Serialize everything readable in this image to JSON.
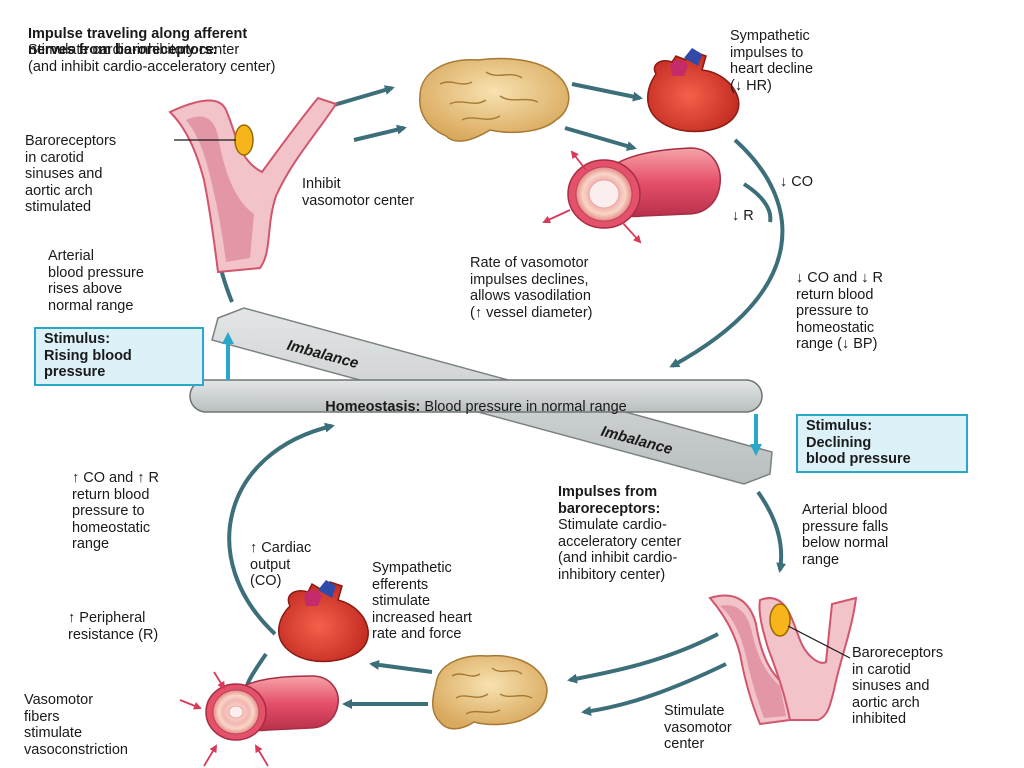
{
  "top_feedback": {
    "heading_bold": "Impulse traveling along afferent\nnerves from baroreceptors:",
    "heading_normal": "Stimulate cardio-inhibitory center\n(and inhibit cardio-acceleratory center)",
    "baroreceptors_label": "Baroreceptors\nin carotid\nsinuses and\naortic arch\nstimulated",
    "inhibit_label": "Inhibit\nvasomotor center",
    "sympathetic_label": "Sympathetic\nimpulses to\nheart decline\n(↓ HR)",
    "co_label": "↓ CO",
    "r_label": "↓ R",
    "vasodilation_label": "Rate of vasomotor\nimpulses declines,\nallows vasodilation\n(↑ vessel diameter)",
    "return_label": "↓ CO and ↓ R\nreturn blood\npressure to\nhomeostatic\nrange (↓ BP)",
    "rises_label": "Arterial\nblood pressure\nrises above\nnormal range",
    "stimulus_box": "Stimulus:\nRising blood\npressure"
  },
  "center": {
    "imbalance_top": "Imbalance",
    "imbalance_bottom": "Imbalance",
    "homeostasis_bold": "Homeostasis:",
    "homeostasis_text": " Blood pressure in normal range"
  },
  "bottom_feedback": {
    "stimulus_box": "Stimulus:\nDeclining\nblood pressure",
    "impulses_heading": "Impulses from\nbaroreceptors:",
    "impulses_text": "Stimulate cardio-\nacceleratory center\n(and inhibit cardio-\ninhibitory center)",
    "falls_label": "Arterial blood\npressure falls\nbelow normal\nrange",
    "baroreceptors_label": "Baroreceptors\nin carotid\nsinuses and\naortic arch\ninhibited",
    "stimulate_label": "Stimulate\nvasomotor\ncenter",
    "efferents_label": "Sympathetic\nefferents\nstimulate\nincreased heart\nrate and force",
    "cardiac_label": "↑ Cardiac\noutput\n(CO)",
    "return_label": "↑ CO and ↑ R\nreturn blood\npressure to\nhomeostatic\nrange",
    "peripheral_label": "↑ Peripheral\nresistance (R)",
    "vasoconstriction_label": "Vasomotor\nfibers\nstimulate\nvasoconstriction"
  },
  "colors": {
    "arrow": "#3d6f7a",
    "stimulus_arrow": "#2aa7c9",
    "box_fill": "#dcf1f8",
    "box_border": "#2aa7c9",
    "bar_fill": "#cfd3d3",
    "vessel": "#e5506a",
    "brain": "#e8c98a",
    "heart": "#d9362c"
  }
}
